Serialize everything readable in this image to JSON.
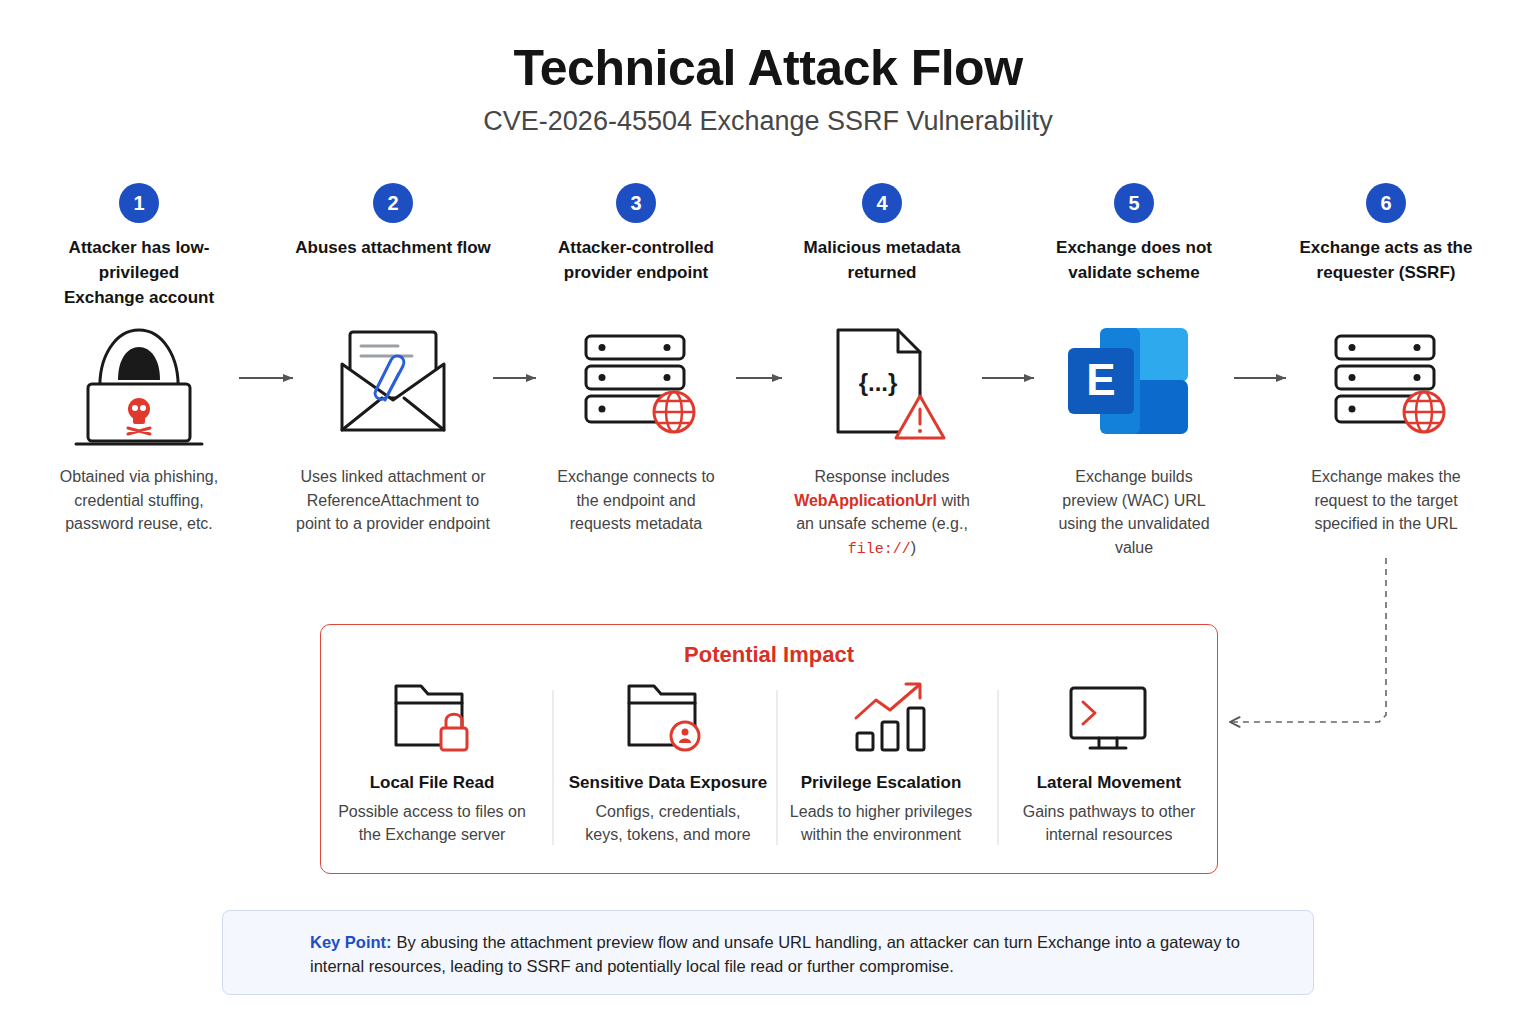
{
  "diagram": {
    "title": "Technical Attack Flow",
    "nodes": [
      {
        "text": [
          "Attacker has low-privileged Exchange account",
          "Obtained via phishing, credential stuffing, password reuse, etc."
        ]
      },
      {
        "text": [
          "1"
        ],
        "in": 0
      },
      {
        "text": [
          "Abuses attachment flow",
          "Uses linked attachment or ReferenceAttachment to point to a provider endpoint"
        ]
      },
      {
        "text": [
          "2"
        ],
        "in": 2
      },
      {
        "text": [
          "Attacker-controlled provider endpoint",
          "Exchange connects to the endpoint and requests metadata"
        ]
      },
      {
        "text": [
          "3"
        ],
        "in": 4
      },
      {
        "text": [
          "Malicious metadata returned",
          "Response includes WebApplicationUrl with an unsafe scheme (e.g., file://)"
        ]
      },
      {
        "text": [
          "4"
        ],
        "in": 6
      },
      {
        "text": [
          "Exchange does not validate scheme",
          "Exchange builds preview (WAC) URL using the unvalidated value"
        ]
      },
      {
        "text": [
          "5"
        ],
        "in": 8
      },
      {
        "text": [
          "Exchange acts as the requester (SSRF)",
          "Exchange makes the request to the target specified in the URL"
        ]
      },
      {
        "text": [
          "6"
        ],
        "in": 10
      },
      {
        "text": [
          "Potential Impact"
        ]
      },
      {
        "text": [
          "Local File Read",
          "Possible access to files on the Exchange server"
        ],
        "in": 12
      },
      {
        "text": [
          "Sensitive Data Exposure",
          "Configs, credentials, keys, tokens, and more"
        ],
        "in": 12
      },
      {
        "text": [
          "Privilege Escalation",
          "Leads to higher privileges within the environment"
        ],
        "in": 12
      },
      {
        "text": [
          "Lateral Movement",
          "Gains pathways to other internal resources"
        ],
        "in": 12
      },
      {
        "text": [
          "Key Point:",
          "By abusing the attachment preview flow and unsafe URL handling, an attacker can turn Exchange into a gateway to internal resources, leading to SSRF and potentially local file read or further compromise."
        ]
      }
    ],
    "edges": [
      {
        "from": 0,
        "to": 2,
        "arrow": "to"
      },
      {
        "from": 2,
        "to": 4,
        "arrow": "to"
      },
      {
        "from": 4,
        "to": 6,
        "arrow": "to"
      },
      {
        "from": 6,
        "to": 8,
        "arrow": "to"
      },
      {
        "from": 8,
        "to": 10,
        "arrow": "to"
      },
      {
        "from": 10,
        "to": 12,
        "arrow": "to"
      }
    ],
    "labels": [
      "CVE-2026-45504 Exchange SSRF Vulnerability",
      "{...}",
      "E"
    ]
  }
}
